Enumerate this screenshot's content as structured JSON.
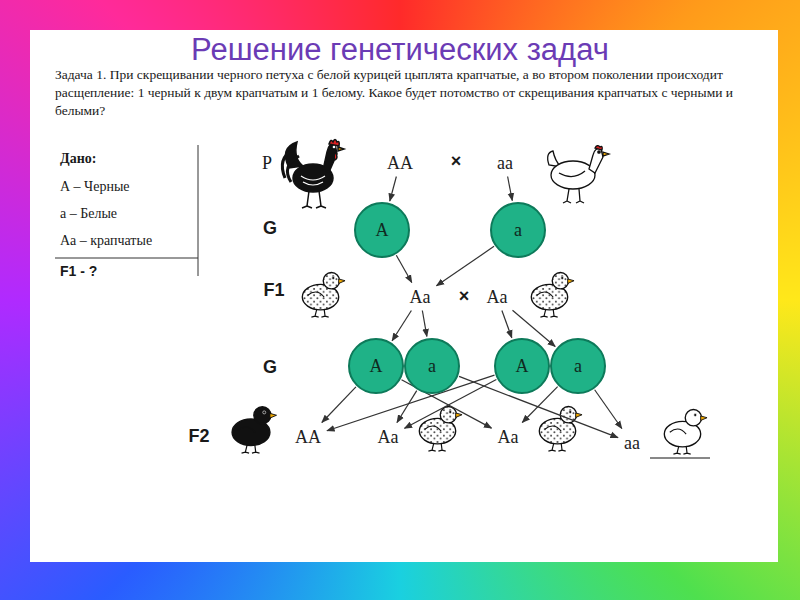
{
  "diagram": {
    "title": "Решение генетических задач",
    "nodes": [
      {
        "text": [
          "AA"
        ]
      },
      {
        "text": [
          "aa"
        ]
      },
      {
        "text": [
          "A"
        ]
      },
      {
        "text": [
          "a"
        ]
      },
      {
        "text": [
          "Aa"
        ]
      },
      {
        "text": [
          "Aa"
        ]
      },
      {
        "text": [
          "A"
        ]
      },
      {
        "text": [
          "a"
        ]
      },
      {
        "text": [
          "A"
        ]
      },
      {
        "text": [
          "a"
        ]
      },
      {
        "text": [
          "AA"
        ]
      },
      {
        "text": [
          "Aa"
        ]
      },
      {
        "text": [
          "Aa"
        ]
      },
      {
        "text": [
          "aa"
        ]
      }
    ],
    "edges": [
      {
        "from": 0,
        "to": 2,
        "arrow": "to"
      },
      {
        "from": 1,
        "to": 3,
        "arrow": "to"
      },
      {
        "from": 2,
        "to": 4,
        "arrow": "to"
      },
      {
        "from": 3,
        "to": 4,
        "arrow": "to"
      },
      {
        "from": 4,
        "to": 6,
        "arrow": "to"
      },
      {
        "from": 4,
        "to": 7,
        "arrow": "to"
      },
      {
        "from": 5,
        "to": 8,
        "arrow": "to"
      },
      {
        "from": 5,
        "to": 9,
        "arrow": "to"
      },
      {
        "from": 6,
        "to": 10,
        "arrow": "to"
      },
      {
        "from": 8,
        "to": 10,
        "arrow": "to"
      },
      {
        "from": 7,
        "to": 11,
        "arrow": "to"
      },
      {
        "from": 8,
        "to": 11,
        "arrow": "to"
      },
      {
        "from": 6,
        "to": 12,
        "arrow": "to"
      },
      {
        "from": 9,
        "to": 12,
        "arrow": "to"
      },
      {
        "from": 7,
        "to": 13,
        "arrow": "to"
      },
      {
        "from": 9,
        "to": 13,
        "arrow": "to"
      }
    ],
    "labels": [
      "Задача 1. При скрещивании черного петуха с белой курицей цыплята крапчатые, а во втором поколении происходит расщепление: 1 черный к двум крапчатым и 1 белому. Какое будет потомство от скрещивания крапчатых с черными и белыми?",
      "Дано:",
      "А – Черные",
      "а – Белые",
      "Аа – крапчатые",
      "F1 - ?",
      "P",
      "×",
      "G",
      "F1",
      "×",
      "G",
      "F2"
    ]
  }
}
